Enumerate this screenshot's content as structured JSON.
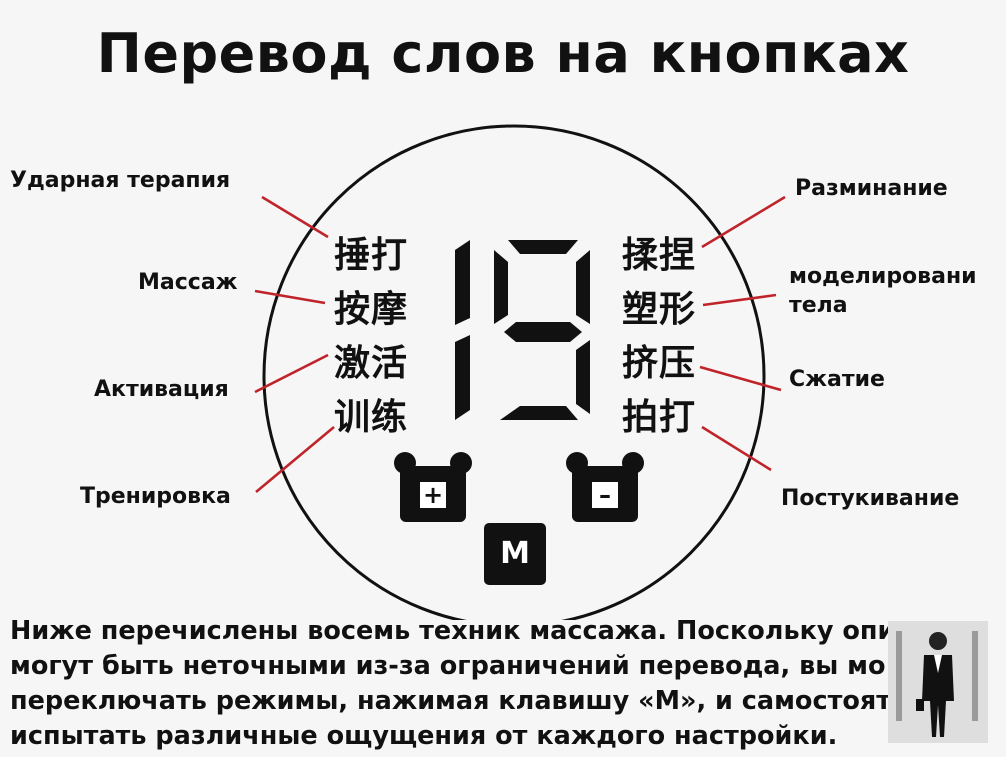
{
  "title": "Перевод слов на кнопках",
  "left_labels": {
    "percussion": "Ударная терапия",
    "massage": "Массаж",
    "activation": "Активация",
    "training": "Тренировка"
  },
  "right_labels": {
    "kneading": "Разминание",
    "shaping_line1": "моделировани",
    "shaping_line2": "тела",
    "compression": "Сжатие",
    "tapping": "Постукивание"
  },
  "panel": {
    "left_chars": [
      "捶打",
      "按摩",
      "激活",
      "训练"
    ],
    "right_chars": [
      "揉捏",
      "塑形",
      "挤压",
      "拍打"
    ],
    "display_value": "19",
    "plus_symbol": "+",
    "minus_symbol": "–",
    "m_key_label": "M"
  },
  "description": {
    "line1": "Ниже перечислены восемь техник массажа. Поскольку опи",
    "line2": "могут быть неточными из-за ограничений перевода, вы мо",
    "line3": "переключать режимы, нажимая клавишу «M», и самостояте",
    "line4": "испытать различные ощущения от каждого настройки."
  },
  "colors": {
    "leader_line": "#c0242b",
    "ink": "#111111",
    "background": "#f6f6f6"
  }
}
